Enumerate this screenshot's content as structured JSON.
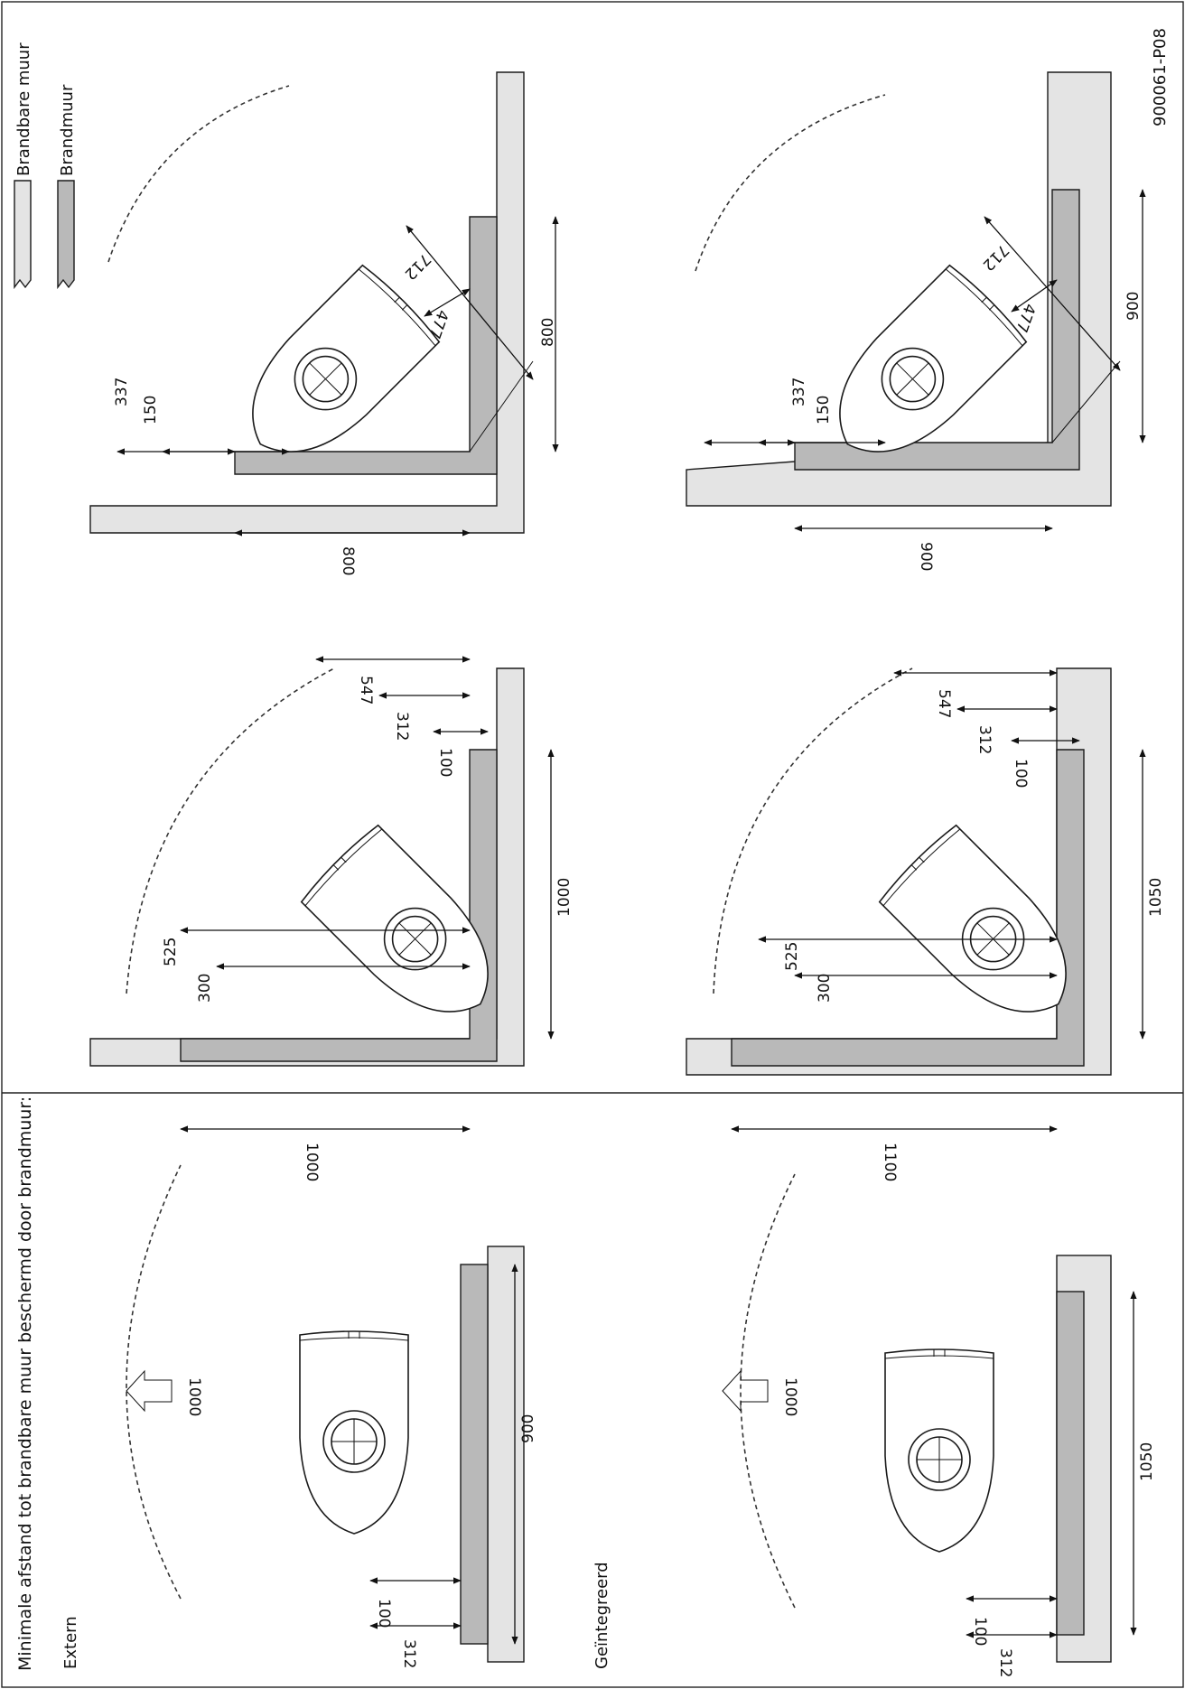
{
  "title": "Minimale afstand tot brandbare muur beschermd door brandmuur:",
  "drawing_code": "900061-P08",
  "legend": [
    {
      "label": "Brandbare muur",
      "color": "#e4e4e4"
    },
    {
      "label": "Brandmuur",
      "color": "#b9b9b9"
    }
  ],
  "sections": [
    {
      "label": "Extern"
    },
    {
      "label": "Geïntegreerd"
    }
  ],
  "dims": {
    "extern_straight": {
      "front": "1000",
      "wall": "900",
      "side_a": "100",
      "side_b": "312"
    },
    "extern_corner90": {
      "depth_a": "525",
      "depth_b": "300",
      "height": "1000",
      "wall": "1000",
      "s547": "547",
      "s312": "312",
      "s100": "100"
    },
    "extern_corner45": {
      "d337": "337",
      "d150": "150",
      "w800a": "800",
      "w800b": "800",
      "d712": "712",
      "d477": "477"
    },
    "integ_straight": {
      "front": "1000",
      "wall": "1050",
      "side_a": "100",
      "side_b": "312"
    },
    "integ_corner90": {
      "depth_a": "525",
      "depth_b": "300",
      "height": "1100",
      "wall": "1050",
      "s547": "547",
      "s312": "312",
      "s100": "100"
    },
    "integ_corner45": {
      "d337": "337",
      "d150": "150",
      "w900a": "900",
      "w900b": "900",
      "d712": "712",
      "d477": "477"
    }
  },
  "colors": {
    "brandbare_muur": "#e4e4e4",
    "brandmuur": "#b9b9b9",
    "line": "#1a1a1a"
  }
}
